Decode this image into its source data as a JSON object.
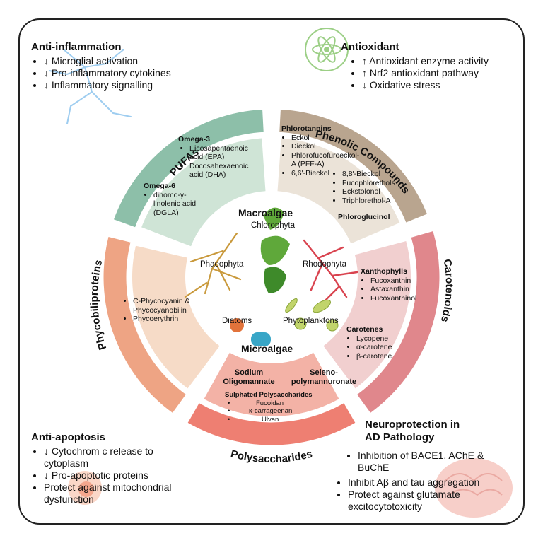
{
  "corners": {
    "anti_inflammation": {
      "title": "Anti-inflammation",
      "items": [
        "↓ Microglial activation",
        "↓ Pro-inflammatory cytokines",
        "↓ Inflammatory signalling"
      ]
    },
    "antioxidant": {
      "title": "Antioxidant",
      "items": [
        "↑ Antioxidant enzyme activity",
        "↑ Nrf2 antioxidant pathway",
        "↓ Oxidative stress"
      ]
    },
    "anti_apoptosis": {
      "title": "Anti-apoptosis",
      "items": [
        "↓ Cytochrom c release to cytoplasm",
        "↓ Pro-apoptotic proteins",
        "Protect against mitochondrial dysfunction"
      ]
    },
    "neuroprotection": {
      "title_line1": "Neuroprotection in",
      "title_line2": "AD Pathology",
      "items": [
        "Inhibition of BACE1, AChE & BuChE",
        "Inhibit Aβ and tau aggregation",
        "Protect against glutamate excitocytotoxicity"
      ]
    }
  },
  "ring_labels": {
    "pufas": "PUFAs",
    "phenolic": "Phenolic Compounds",
    "carotenoids": "Carotenoids",
    "polysaccharides": "Polysaccharides",
    "phycobiliproteins": "Phycobiliproteins"
  },
  "pufas": {
    "omega3": "Omega-3",
    "omega3_items": [
      "Eicosapentaenoic acid (EPA)",
      "Docosahexaenoic acid (DHA)"
    ],
    "omega6": "Omega-6",
    "omega6_items": [
      "dihomo-γ-linolenic acid (DGLA)"
    ]
  },
  "phenolic": {
    "phlorotannins": "Phlorotannins",
    "items_left": [
      "Eckol",
      "Dieckol",
      "Phlorofucofuroeckol-A (PFF-A)",
      "6,6'-Bieckol"
    ],
    "items_right": [
      "8,8'-Bieckol",
      "Fucophlorethols",
      "Eckstolonol",
      "Triphlorethol-A"
    ],
    "phloroglucinol": "Phloroglucinol"
  },
  "carotenoids": {
    "xanthophylls": "Xanthophylls",
    "xanthophyll_items": [
      "Fucoxanthin",
      "Astaxanthin",
      "Fucoxanthinol"
    ],
    "carotenes": "Carotenes",
    "carotene_items": [
      "Lycopene",
      "α-carotene",
      "β-carotene"
    ]
  },
  "polysaccharides": {
    "sodium_line1": "Sodium",
    "sodium_line2": "Oligomannate",
    "seleno_line1": "Seleno-",
    "seleno_line2": "polymannuronate",
    "sulphated": "Sulphated Polysaccharides",
    "items": [
      "Fucoidan",
      "κ-carrageenan",
      "Ulvan"
    ]
  },
  "phycobiliproteins": {
    "items": [
      "C-Phycocyanin & Phycocyanobilin",
      "Phycoerythrin"
    ]
  },
  "center": {
    "macroalgae": "Macroalgae",
    "chlorophyta": "Chlorophyta",
    "phaeophyta": "Phaeophyta",
    "rhodophyta": "Rhodophyta",
    "diatoms": "Diatoms",
    "phytoplanktons": "Phytoplanktons",
    "microalgae": "Microalgae"
  },
  "colors": {
    "pufa_outer": "#8dbfa9",
    "pufa_inner": "#cfe4d6",
    "phenolic_outer": "#b9a58f",
    "phenolic_inner": "#ebe3d8",
    "carot_outer": "#e0878c",
    "carot_inner": "#f1cfcf",
    "poly_outer": "#ee7f72",
    "poly_inner": "#f3b2a6",
    "phyco_outer": "#eea484",
    "phyco_inner": "#f6dbc7"
  }
}
